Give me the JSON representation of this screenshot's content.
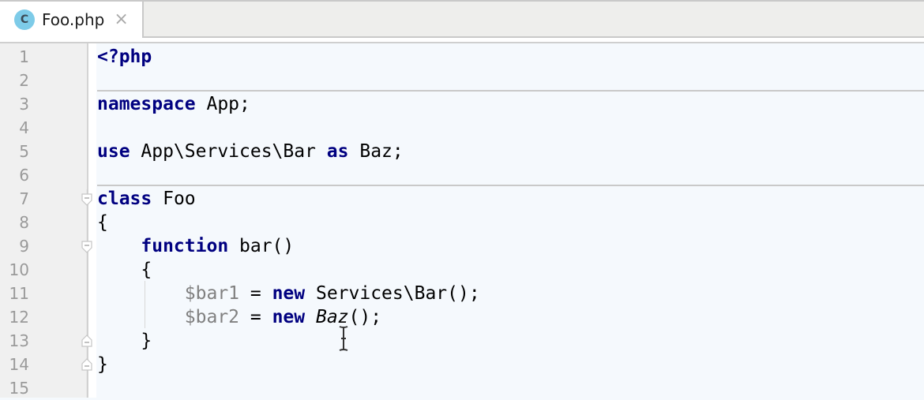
{
  "tab": {
    "icon": "php-class-icon",
    "icon_letter": "C",
    "label": "Foo.php",
    "close": "×",
    "icon_color": "#7dcbe8"
  },
  "editor": {
    "line_numbers": [
      "1",
      "2",
      "3",
      "4",
      "5",
      "6",
      "7",
      "8",
      "9",
      "10",
      "11",
      "12",
      "13",
      "14",
      "15"
    ],
    "lines": [
      [
        {
          "t": "<?php",
          "c": "kw"
        }
      ],
      [],
      [
        {
          "t": "namespace",
          "c": "kw"
        },
        {
          "t": " App;",
          "c": ""
        }
      ],
      [],
      [
        {
          "t": "use",
          "c": "kw"
        },
        {
          "t": " App\\Services\\Bar ",
          "c": ""
        },
        {
          "t": "as",
          "c": "kw"
        },
        {
          "t": " Baz;",
          "c": ""
        }
      ],
      [],
      [
        {
          "t": "class",
          "c": "kw"
        },
        {
          "t": " Foo",
          "c": ""
        }
      ],
      [
        {
          "t": "{",
          "c": ""
        }
      ],
      [
        {
          "t": "    ",
          "c": ""
        },
        {
          "t": "function",
          "c": "kw"
        },
        {
          "t": " bar()",
          "c": ""
        }
      ],
      [
        {
          "t": "    {",
          "c": ""
        }
      ],
      [
        {
          "t": "        ",
          "c": ""
        },
        {
          "t": "$bar1",
          "c": "var"
        },
        {
          "t": " = ",
          "c": ""
        },
        {
          "t": "new",
          "c": "kw"
        },
        {
          "t": " Services\\Bar();",
          "c": ""
        }
      ],
      [
        {
          "t": "        ",
          "c": ""
        },
        {
          "t": "$bar2",
          "c": "var"
        },
        {
          "t": " = ",
          "c": ""
        },
        {
          "t": "new",
          "c": "kw"
        },
        {
          "t": " ",
          "c": ""
        },
        {
          "t": "Baz",
          "c": "it"
        },
        {
          "t": "();",
          "c": ""
        }
      ],
      [
        {
          "t": "    }",
          "c": ""
        }
      ],
      [
        {
          "t": "}",
          "c": ""
        }
      ],
      []
    ],
    "separators_after_lines": [
      2,
      6
    ],
    "fold_markers": [
      {
        "line": 7,
        "type": "open"
      },
      {
        "line": 9,
        "type": "open"
      },
      {
        "line": 13,
        "type": "close"
      },
      {
        "line": 14,
        "type": "close"
      }
    ],
    "colors": {
      "keyword": "#000080",
      "variable": "#808080",
      "background": "#f5f9fd",
      "gutter": "#f0f0f0",
      "line_number": "#9a9a9a"
    },
    "mouse_cursor": "text-cursor-icon"
  }
}
